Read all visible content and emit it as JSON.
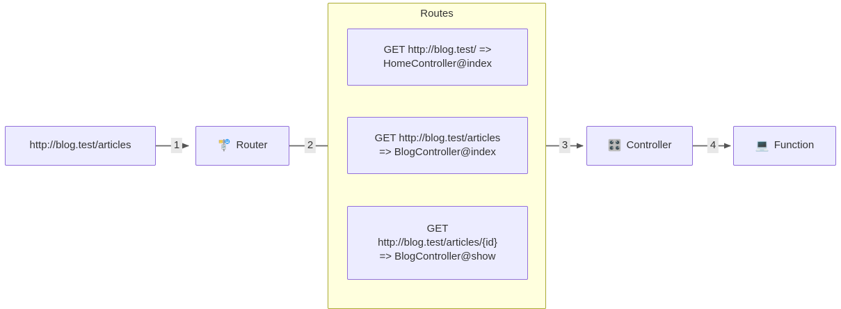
{
  "diagram": {
    "type": "flowchart",
    "direction": "left-to-right",
    "title": "",
    "colors": {
      "node_fill": "#ececff",
      "node_stroke": "#9370db",
      "subgraph_fill": "#ffffde",
      "subgraph_stroke": "#aaaa33",
      "edge_stroke": "#666666",
      "text": "#333333",
      "edge_label_background": "#e8e8e8"
    }
  },
  "nodes": {
    "request": {
      "label": "http://blog.test/articles",
      "icon": "",
      "icon_name": ""
    },
    "router": {
      "label": "Router",
      "icon": "🚏",
      "icon_name": "bus-stop-icon"
    },
    "route_home": {
      "label": "GET http://blog.test/ =>\nHomeController@index",
      "icon": "",
      "icon_name": ""
    },
    "route_articles": {
      "label": "GET http://blog.test/articles\n=> BlogController@index",
      "icon": "",
      "icon_name": ""
    },
    "route_article_show": {
      "label": "GET\nhttp://blog.test/articles/{id}\n=> BlogController@show",
      "icon": "",
      "icon_name": ""
    },
    "controller": {
      "label": "Controller",
      "icon": "🎛️",
      "icon_name": "control-knobs-icon"
    },
    "function": {
      "label": "Function",
      "icon": "💻",
      "icon_name": "laptop-icon"
    }
  },
  "subgraph": {
    "title": "Routes"
  },
  "edges": [
    {
      "id": "e1",
      "from": "request",
      "to": "router",
      "label": "1"
    },
    {
      "id": "e2",
      "from": "router",
      "to": "route_articles",
      "label": "2"
    },
    {
      "id": "e3",
      "from": "route_articles",
      "to": "controller",
      "label": "3"
    },
    {
      "id": "e4",
      "from": "controller",
      "to": "function",
      "label": "4"
    }
  ]
}
